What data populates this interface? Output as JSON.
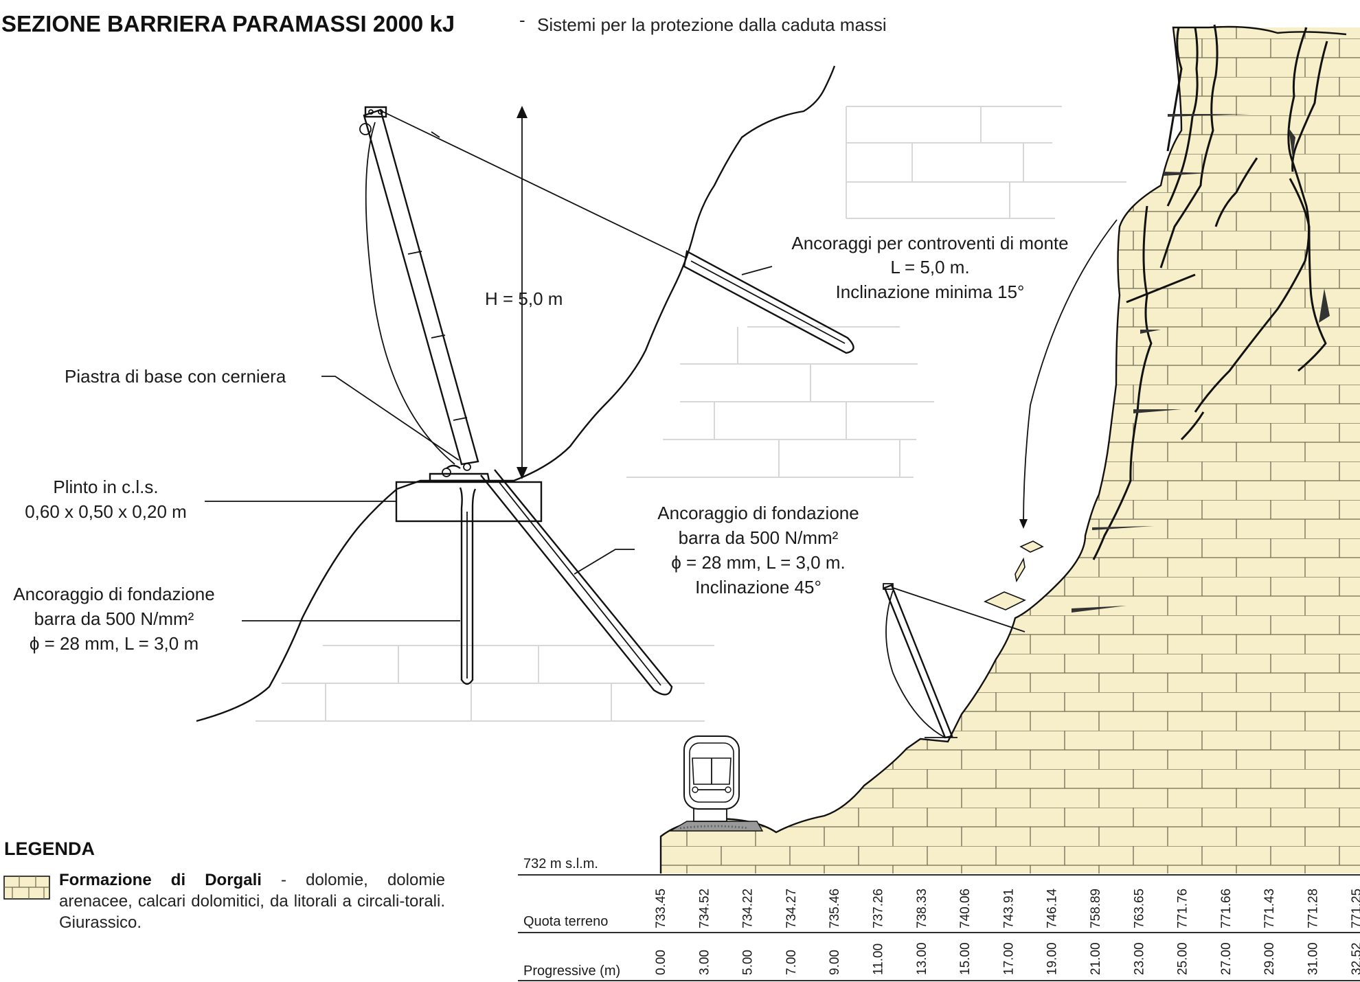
{
  "header": {
    "title": "SEZIONE BARRIERA PARAMASSI 2000 kJ",
    "dash": "-",
    "subtitle": "Sistemi per la protezione dalla caduta massi"
  },
  "detail": {
    "height_label": "H = 5,0 m",
    "base_plate_label": "Piastra di base con cerniera",
    "plinth": [
      "Plinto in c.l.s.",
      "0,60 x 0,50 x 0,20 m"
    ],
    "upslope_anchor": [
      "Ancoraggi per controventi di monte",
      "L = 5,0 m.",
      "Inclinazione minima 15°"
    ],
    "vertical_anchor": [
      "Ancoraggio di fondazione",
      "barra da 500 N/mm²",
      "ϕ = 28 mm, L = 3,0 m"
    ],
    "inclined_anchor": [
      "Ancoraggio di fondazione",
      "barra da 500 N/mm²",
      "ϕ = 28 mm, L = 3,0 m.",
      "Inclinazione 45°"
    ]
  },
  "profile": {
    "datum_label": "732 m s.l.m.",
    "row_quota_label": "Quota terreno",
    "row_progressive_label": "Progressive (m)",
    "stations": [
      {
        "quota": "733.45",
        "progressive": "0.00"
      },
      {
        "quota": "734.52",
        "progressive": "3.00"
      },
      {
        "quota": "734.22",
        "progressive": "5.00"
      },
      {
        "quota": "734.27",
        "progressive": "7.00"
      },
      {
        "quota": "735.46",
        "progressive": "9.00"
      },
      {
        "quota": "737.26",
        "progressive": "11.00"
      },
      {
        "quota": "738.33",
        "progressive": "13.00"
      },
      {
        "quota": "740.06",
        "progressive": "15.00"
      },
      {
        "quota": "743.91",
        "progressive": "17.00"
      },
      {
        "quota": "746.14",
        "progressive": "19.00"
      },
      {
        "quota": "758.89",
        "progressive": "21.00"
      },
      {
        "quota": "763.65",
        "progressive": "23.00"
      },
      {
        "quota": "771.76",
        "progressive": "25.00"
      },
      {
        "quota": "771.66",
        "progressive": "27.00"
      },
      {
        "quota": "771.43",
        "progressive": "29.00"
      },
      {
        "quota": "771.28",
        "progressive": "31.00"
      },
      {
        "quota": "771.25",
        "progressive": "32.52"
      }
    ]
  },
  "legend": {
    "title": "LEGENDA",
    "formation_name": "Formazione di Dorgali",
    "formation_desc": " - dolomie, dolomie arenacee, calcari dolomitici, da litorali a circali-torali. Giurassico."
  },
  "colors": {
    "rock_fill": "#f6efc9",
    "rock_line": "#6e6a55",
    "ink": "#111111",
    "brick_grey": "#d7d7d7"
  },
  "icons": {
    "train": "train-front-icon",
    "legend_swatch": "brick-pattern-swatch"
  }
}
